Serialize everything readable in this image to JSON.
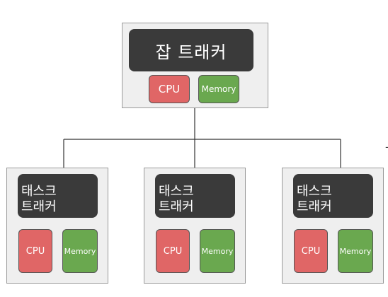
{
  "job_tracker": {
    "title": "잡 트래커",
    "cpu_label": "CPU",
    "memory_label": "Memory",
    "colors": {
      "cpu": "#e06666",
      "memory": "#6aa84f"
    }
  },
  "task_trackers": [
    {
      "title_line1": "태스크",
      "title_line2": "트래커",
      "cpu_label": "CPU",
      "memory_label": "Memory"
    },
    {
      "title_line1": "태스크",
      "title_line2": "트래커",
      "cpu_label": "CPU",
      "memory_label": "Memory"
    },
    {
      "title_line1": "태스크",
      "title_line2": "트래커",
      "cpu_label": "CPU",
      "memory_label": "Memory"
    }
  ],
  "edge_fragment": "ㅓ"
}
